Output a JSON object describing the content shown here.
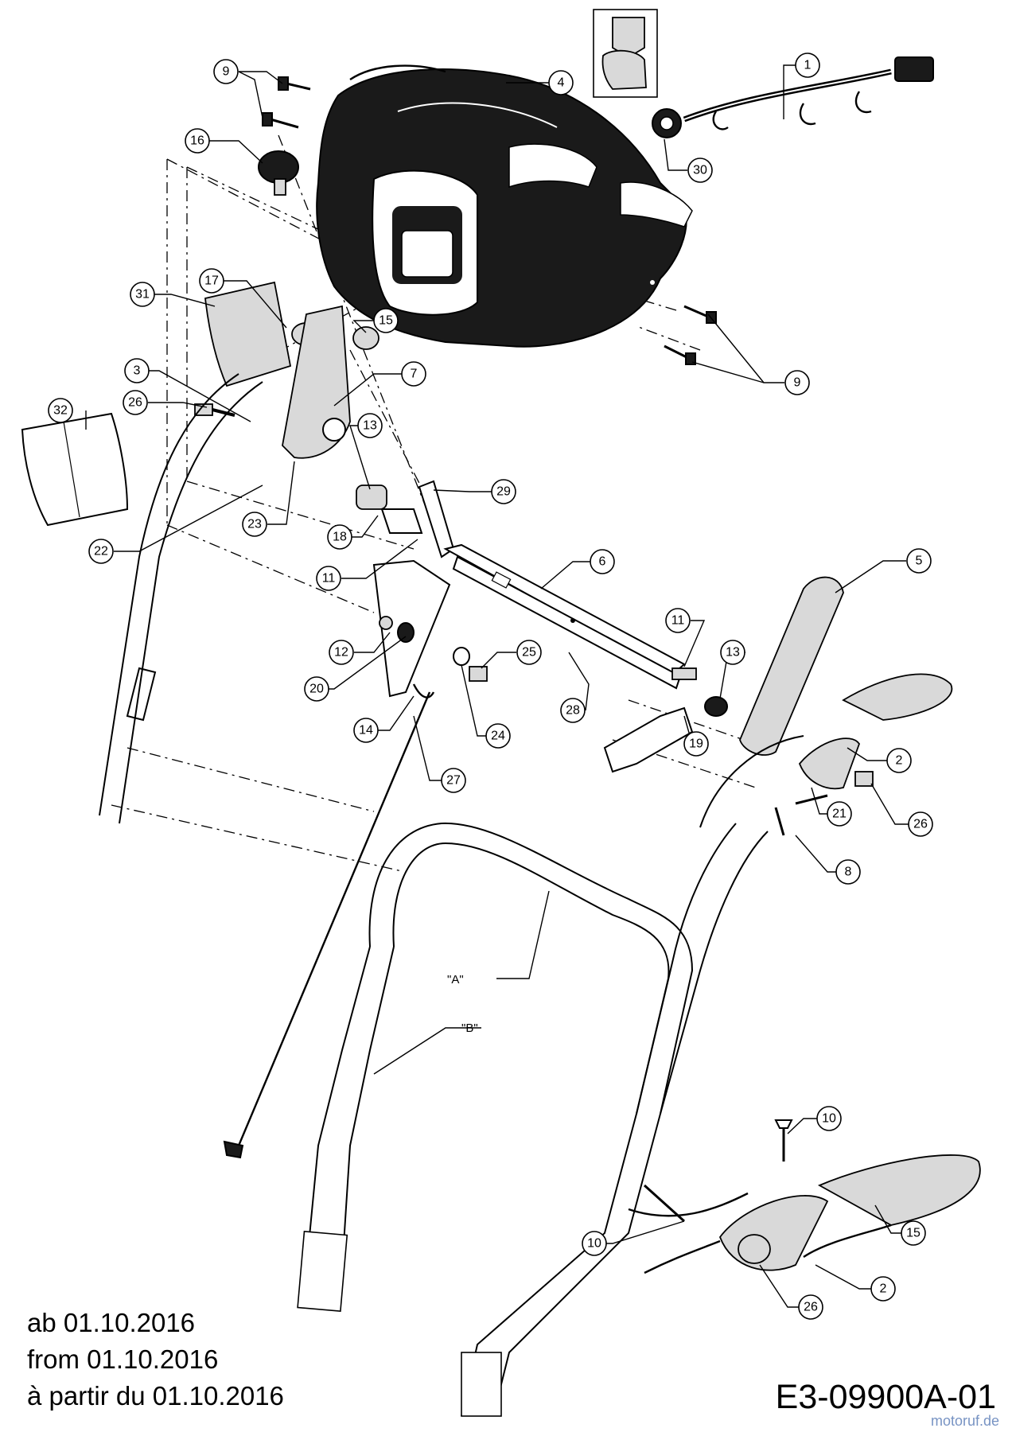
{
  "callouts": [
    {
      "id": "c1",
      "label": "1"
    },
    {
      "id": "c4",
      "label": "4"
    },
    {
      "id": "c9a",
      "label": "9"
    },
    {
      "id": "c16",
      "label": "16"
    },
    {
      "id": "c30",
      "label": "30"
    },
    {
      "id": "c17",
      "label": "17"
    },
    {
      "id": "c31",
      "label": "31"
    },
    {
      "id": "c15a",
      "label": "15"
    },
    {
      "id": "c9b",
      "label": "9"
    },
    {
      "id": "c3",
      "label": "3"
    },
    {
      "id": "c7",
      "label": "7"
    },
    {
      "id": "c26a",
      "label": "26"
    },
    {
      "id": "c32",
      "label": "32"
    },
    {
      "id": "c13a",
      "label": "13"
    },
    {
      "id": "c29",
      "label": "29"
    },
    {
      "id": "c23",
      "label": "23"
    },
    {
      "id": "c18",
      "label": "18"
    },
    {
      "id": "c22",
      "label": "22"
    },
    {
      "id": "c11a",
      "label": "11"
    },
    {
      "id": "c6",
      "label": "6"
    },
    {
      "id": "c5",
      "label": "5"
    },
    {
      "id": "c11b",
      "label": "11"
    },
    {
      "id": "c12",
      "label": "12"
    },
    {
      "id": "c25",
      "label": "25"
    },
    {
      "id": "c13b",
      "label": "13"
    },
    {
      "id": "c20",
      "label": "20"
    },
    {
      "id": "c28",
      "label": "28"
    },
    {
      "id": "c14",
      "label": "14"
    },
    {
      "id": "c24",
      "label": "24"
    },
    {
      "id": "c19",
      "label": "19"
    },
    {
      "id": "c2a",
      "label": "2"
    },
    {
      "id": "c27",
      "label": "27"
    },
    {
      "id": "c21",
      "label": "21"
    },
    {
      "id": "c26b",
      "label": "26"
    },
    {
      "id": "c8",
      "label": "8"
    },
    {
      "id": "c10a",
      "label": "10"
    },
    {
      "id": "c15b",
      "label": "15"
    },
    {
      "id": "c10b",
      "label": "10"
    },
    {
      "id": "c2b",
      "label": "2"
    },
    {
      "id": "c26c",
      "label": "26"
    }
  ],
  "assembly_labels": {
    "a": "\"A\"",
    "b": "\"B\""
  },
  "caption": {
    "line_de": "ab 01.10.2016",
    "line_en": "from 01.10.2016",
    "line_fr": "à partir du 01.10.2016"
  },
  "drawing_code": "E3-09900A-01",
  "watermark": "motoruf.de",
  "colors": {
    "line": "#000000",
    "background": "#ffffff",
    "watermark": "#4a6fb0"
  }
}
